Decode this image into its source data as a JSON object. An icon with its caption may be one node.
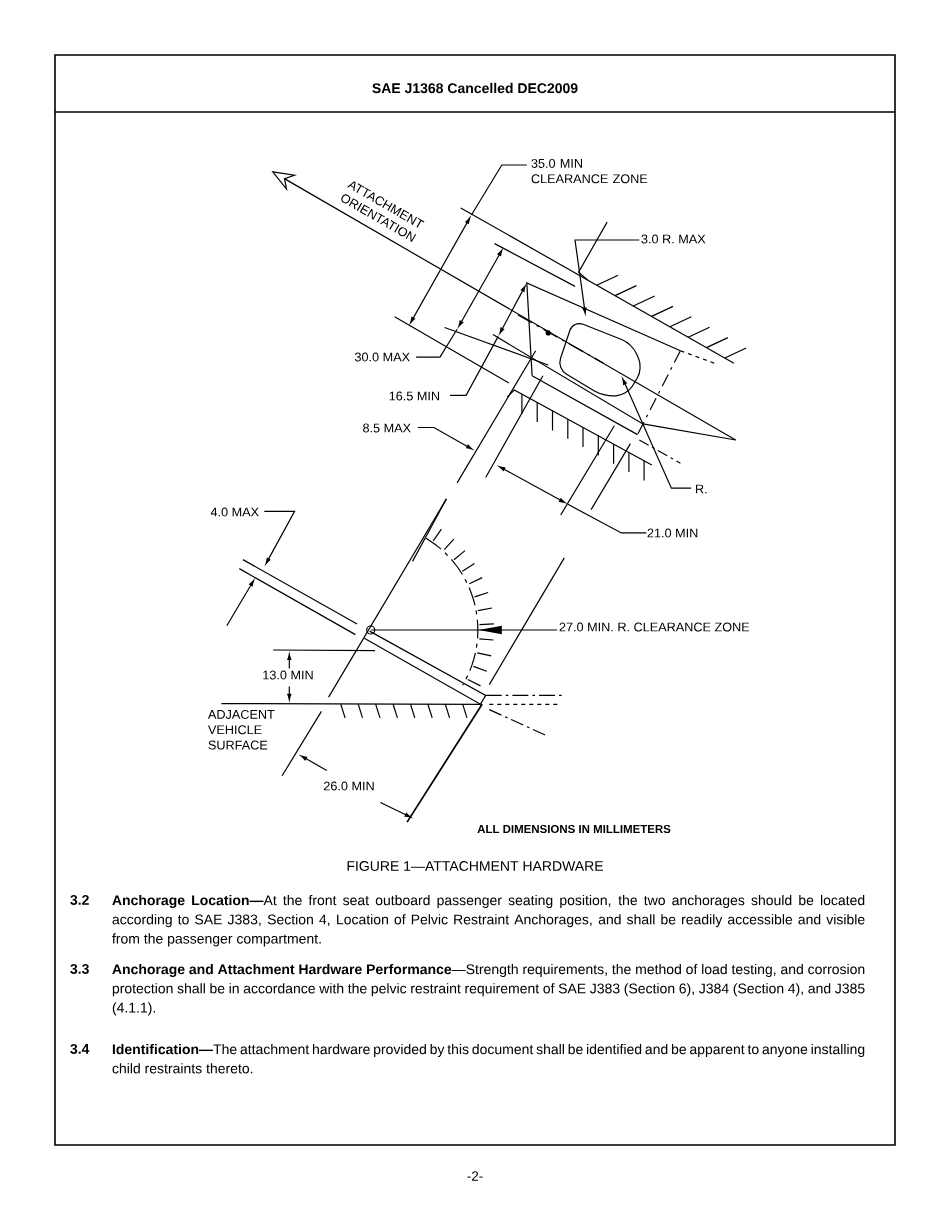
{
  "diagram": {
    "title": "SAE J1368 Cancelled DEC2009",
    "caption": "FIGURE 1—ATTACHMENT HARDWARE",
    "labels": [
      "35.0 MIN CLEARANCE ZONE",
      "3.0 R. MAX",
      "ATTACHMENT ORIENTATION",
      "30.0 MAX",
      "16.5 MIN",
      "8.5 MAX",
      "R.",
      "21.0 MIN",
      "4.0 MAX",
      "27.0 MIN. R. CLEARANCE ZONE",
      "13.0 MIN",
      "ADJACENT VEHICLE SURFACE",
      "26.0 MIN",
      "ALL DIMENSIONS IN MILLIMETERS",
      "3.2",
      "**Anchorage Location—**At the front seat outboard passenger seating position, the two anchorages should be located according to SAE J383, Section 4, Location of Pelvic Restraint Anchorages, and shall be readily accessible and visible from the passenger compartment.",
      "3.3",
      "**Anchorage and Attachment Hardware Performance**—Strength requirements, the method of load testing, and corrosion protection shall be in accordance with the pelvic restraint requirement of SAE J383 (Section 6), J384 (Section 4), and J385 (4.1.1).",
      "3.4",
      "**Identification—**The attachment hardware provided by this document shall be identified and be apparent to anyone installing child restraints thereto.",
      "-2-"
    ]
  }
}
